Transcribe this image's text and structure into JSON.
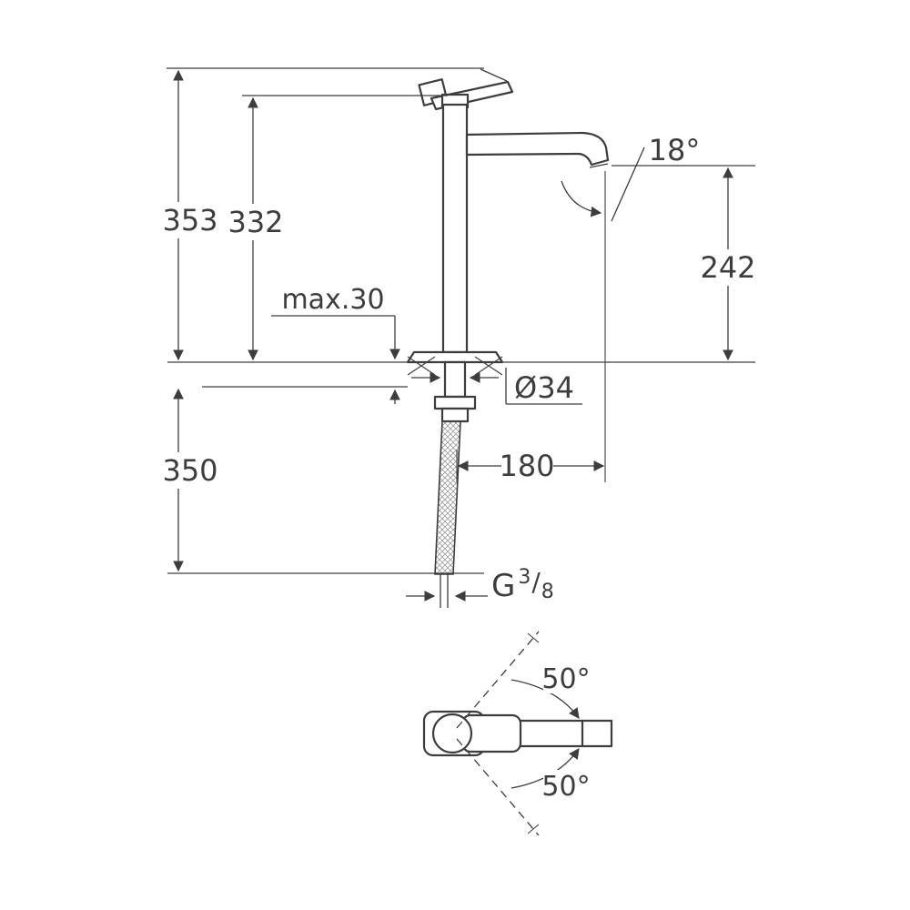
{
  "page": {
    "background": "#ffffff"
  },
  "drawing": {
    "type": "faucet-technical-dimension-drawing",
    "line_color": "#3d3d3d",
    "labels": {
      "overall_height": "353",
      "height_to_handle_base": "332",
      "max_mounting_thickness": "max.30",
      "spout_angle": "18°",
      "outlet_height": "242",
      "hole_diameter": "Ø34",
      "hose_length": "350",
      "spout_projection": "180",
      "thread": {
        "g": "G",
        "numerator": "3",
        "slash": "/",
        "denominator": "8"
      },
      "handle_swivel_upper": "50°",
      "handle_swivel_lower": "50°"
    }
  }
}
